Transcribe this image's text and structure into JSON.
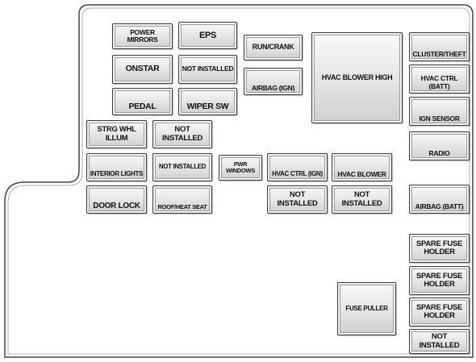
{
  "fuses": {
    "power_mirrors": "POWER MIRRORS",
    "eps": "EPS",
    "run_crank": "RUN/CRANK",
    "hvac_blower_high": "HVAC BLOWER HIGH",
    "cluster_theft": "CLUSTER/THEFT",
    "onstar": "ONSTAR",
    "not_installed_1": "NOT INSTALLED",
    "airbag_ign": "AIRBAG (IGN)",
    "hvac_ctrl_batt": "HVAC CTRL (BATT)",
    "pedal": "PEDAL",
    "wiper_sw": "WIPER SW",
    "ign_sensor": "IGN SENSOR",
    "strg_whl_illum": "STRG WHL\nILLUM",
    "not_installed_2": "NOT\nINSTALLED",
    "radio": "RADIO",
    "interior_lights": "INTERIOR LIGHTS",
    "not_installed_3": "NOT INSTALLED",
    "pwr_windows": "PWR\nWINDOWS",
    "hvac_ctrl_ign": "HVAC CTRL (IGN)",
    "hvac_blower": "HVAC BLOWER",
    "door_lock": "DOOR LOCK",
    "roof_heat_seat": "ROOF/HEAT SEAT",
    "not_installed_4": "NOT\nINSTALLED",
    "not_installed_5": "NOT\nINSTALLED",
    "airbag_batt": "AIRBAG (BATT)",
    "spare_fuse_holder_1": "SPARE FUSE\nHOLDER",
    "spare_fuse_holder_2": "SPARE FUSE\nHOLDER",
    "fuse_puller": "FUSE PULLER",
    "spare_fuse_holder_3": "SPARE FUSE\nHOLDER",
    "not_installed_6": "NOT\nINSTALLED"
  }
}
